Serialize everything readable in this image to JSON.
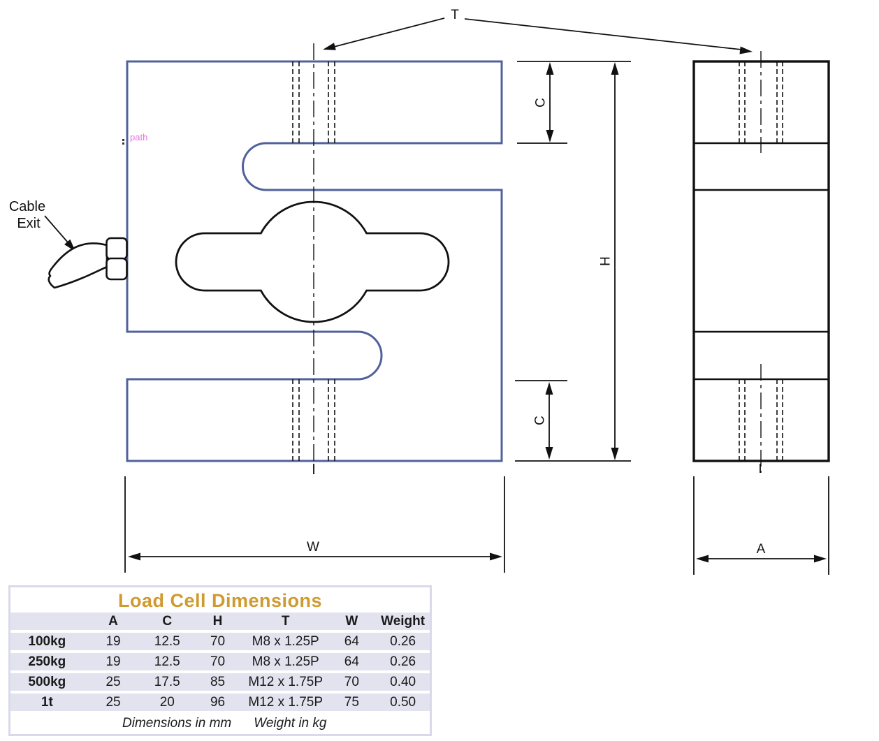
{
  "drawing": {
    "labels": {
      "t": "T",
      "c_top": "C",
      "c_bottom": "C",
      "h": "H",
      "w": "W",
      "a": "A",
      "cable_line1": "Cable",
      "cable_line2": "Exit",
      "path_artifact": "path"
    },
    "colors": {
      "front_view_outline": "#51619b",
      "cutouts_and_side_view": "#111111",
      "path_label": "#e86fe2"
    }
  },
  "table": {
    "title": "Load Cell Dimensions",
    "title_color": "#cf9a2f",
    "stripe_color": "#e3e3ef",
    "column_headers": [
      "A",
      "C",
      "H",
      "T",
      "W",
      "Weight"
    ],
    "rows": [
      {
        "capacity": "100kg",
        "a": "19",
        "c": "12.5",
        "h": "70",
        "t": "M8 x 1.25P",
        "w": "64",
        "weight": "0.26"
      },
      {
        "capacity": "250kg",
        "a": "19",
        "c": "12.5",
        "h": "70",
        "t": "M8 x 1.25P",
        "w": "64",
        "weight": "0.26"
      },
      {
        "capacity": "500kg",
        "a": "25",
        "c": "17.5",
        "h": "85",
        "t": "M12 x 1.75P",
        "w": "70",
        "weight": "0.40"
      },
      {
        "capacity": "1t",
        "a": "25",
        "c": "20",
        "h": "96",
        "t": "M12 x 1.75P",
        "w": "75",
        "weight": "0.50"
      }
    ],
    "footer_notes": [
      "Dimensions in mm",
      "Weight in kg"
    ]
  }
}
